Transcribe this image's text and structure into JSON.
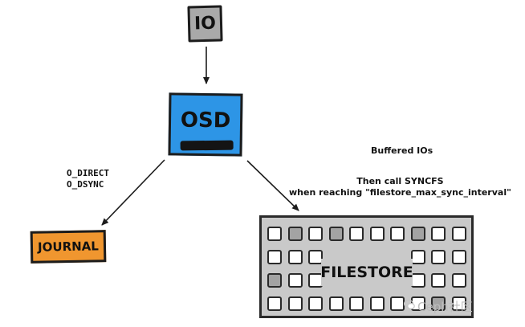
{
  "nodes": {
    "io": "IO",
    "osd": "OSD",
    "journal": "JOURNAL",
    "filestore": "FILESTORE"
  },
  "labels": {
    "direct_1": "O_DIRECT",
    "direct_2": "O_DSYNC",
    "buffered": "Buffered IOs",
    "syncfs_1": "Then call SYNCFS",
    "syncfs_2": "when reaching \"filestore_max_sync_interval\""
  },
  "watermark": "Ceph社区",
  "colors": {
    "io_fill": "#a9a9a9",
    "osd_fill": "#2d95e6",
    "journal_fill": "#f0962f",
    "filestore_fill": "#c9c9c9",
    "outline": "#1c1c1c"
  },
  "icons": {
    "watermark_icon": "wechat-icon"
  }
}
